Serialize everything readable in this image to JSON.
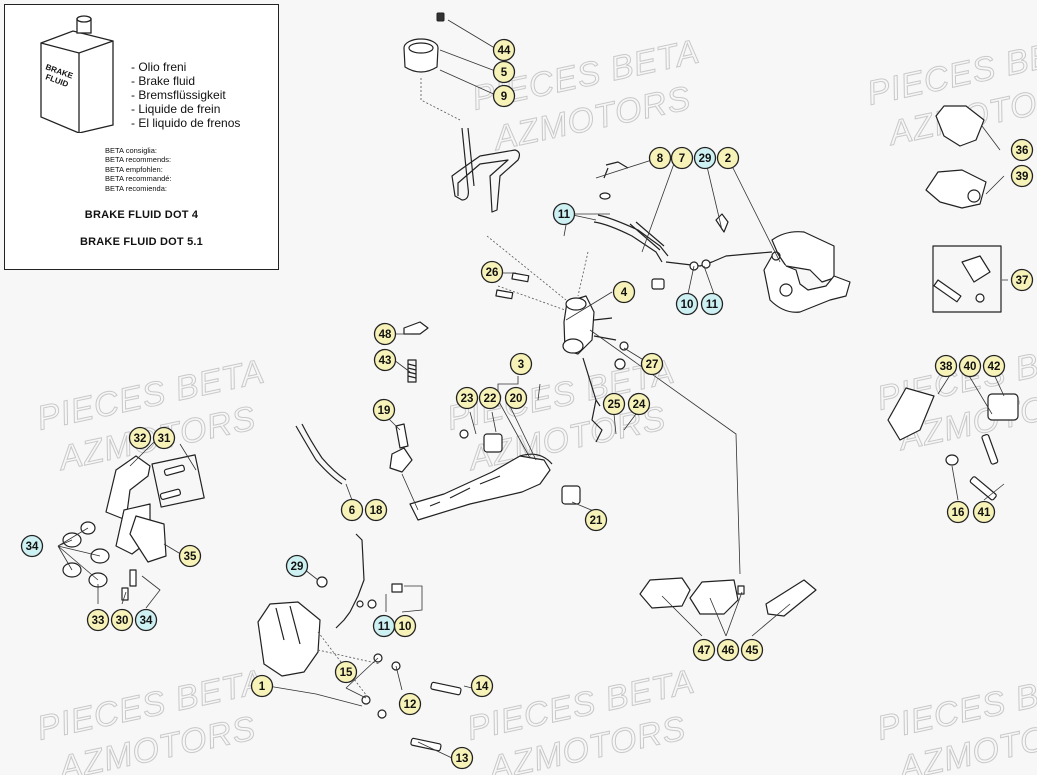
{
  "info_box": {
    "can_label": [
      "BRAKE",
      "FLUID"
    ],
    "languages": [
      "- Olio freni",
      "- Brake fluid",
      "- Bremsflüssigkeit",
      "- Liquide de frein",
      "- El liquido de frenos"
    ],
    "recommend": [
      "BETA consiglia:",
      "BETA recommends:",
      "BETA empfohlen:",
      "BETA recommandé:",
      "BETA recomienda:"
    ],
    "dot4": "BRAKE FLUID DOT 4",
    "dot51": "BRAKE FLUID DOT 5.1"
  },
  "watermark": {
    "line1": "PIECES BETA",
    "line2": "AZMOTORS"
  },
  "colors": {
    "callout_yellow": "#f6f2b8",
    "callout_cyan": "#cdf0f3",
    "background": "#f7f7f7"
  },
  "callouts": [
    {
      "label": "44",
      "color": "yellow"
    },
    {
      "label": "5",
      "color": "yellow"
    },
    {
      "label": "9",
      "color": "yellow"
    },
    {
      "label": "8",
      "color": "yellow"
    },
    {
      "label": "7",
      "color": "yellow"
    },
    {
      "label": "29",
      "color": "cyan"
    },
    {
      "label": "2",
      "color": "yellow"
    },
    {
      "label": "11",
      "color": "cyan"
    },
    {
      "label": "26",
      "color": "yellow"
    },
    {
      "label": "4",
      "color": "yellow"
    },
    {
      "label": "10",
      "color": "cyan"
    },
    {
      "label": "11",
      "color": "cyan"
    },
    {
      "label": "36",
      "color": "yellow"
    },
    {
      "label": "39",
      "color": "yellow"
    },
    {
      "label": "37",
      "color": "yellow"
    },
    {
      "label": "48",
      "color": "yellow"
    },
    {
      "label": "43",
      "color": "yellow"
    },
    {
      "label": "27",
      "color": "yellow"
    },
    {
      "label": "3",
      "color": "yellow"
    },
    {
      "label": "23",
      "color": "yellow"
    },
    {
      "label": "22",
      "color": "yellow"
    },
    {
      "label": "20",
      "color": "yellow"
    },
    {
      "label": "25",
      "color": "yellow"
    },
    {
      "label": "24",
      "color": "yellow"
    },
    {
      "label": "19",
      "color": "yellow"
    },
    {
      "label": "38",
      "color": "yellow"
    },
    {
      "label": "40",
      "color": "yellow"
    },
    {
      "label": "42",
      "color": "yellow"
    },
    {
      "label": "32",
      "color": "yellow"
    },
    {
      "label": "31",
      "color": "yellow"
    },
    {
      "label": "6",
      "color": "yellow"
    },
    {
      "label": "18",
      "color": "yellow"
    },
    {
      "label": "21",
      "color": "yellow"
    },
    {
      "label": "16",
      "color": "yellow"
    },
    {
      "label": "41",
      "color": "yellow"
    },
    {
      "label": "34",
      "color": "cyan"
    },
    {
      "label": "35",
      "color": "yellow"
    },
    {
      "label": "29",
      "color": "cyan"
    },
    {
      "label": "33",
      "color": "yellow"
    },
    {
      "label": "30",
      "color": "yellow"
    },
    {
      "label": "34",
      "color": "cyan"
    },
    {
      "label": "11",
      "color": "cyan"
    },
    {
      "label": "10",
      "color": "yellow"
    },
    {
      "label": "47",
      "color": "yellow"
    },
    {
      "label": "46",
      "color": "yellow"
    },
    {
      "label": "45",
      "color": "yellow"
    },
    {
      "label": "1",
      "color": "yellow"
    },
    {
      "label": "15",
      "color": "yellow"
    },
    {
      "label": "14",
      "color": "yellow"
    },
    {
      "label": "12",
      "color": "yellow"
    },
    {
      "label": "13",
      "color": "yellow"
    }
  ]
}
